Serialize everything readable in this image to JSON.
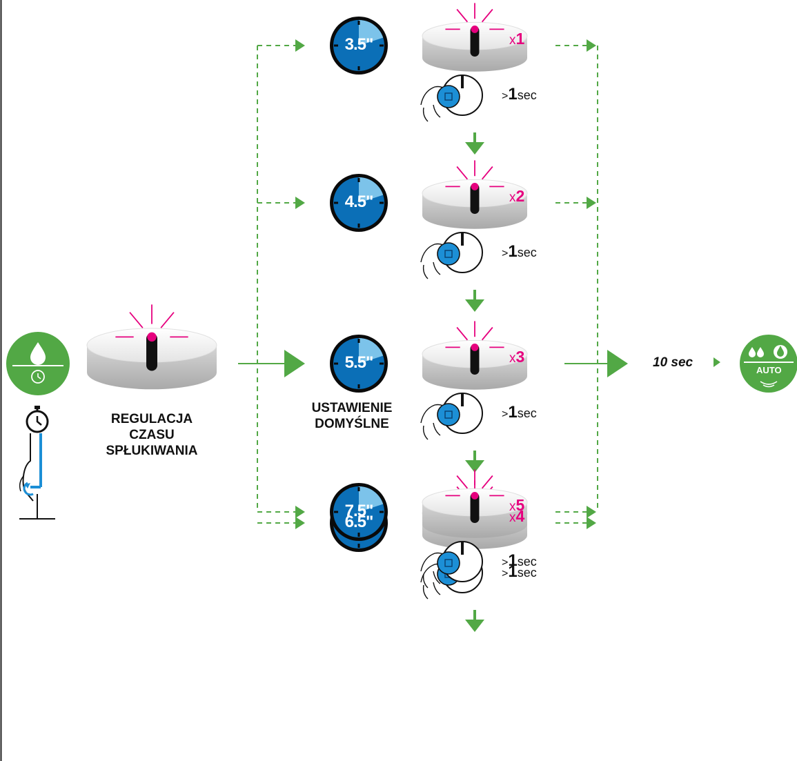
{
  "colors": {
    "green": "#52a845",
    "blue": "#0b6fb7",
    "light_blue": "#7cc3ea",
    "magenta": "#e6007e",
    "black": "#111111"
  },
  "start": {
    "label_lines": [
      "REGULACJA",
      "CZASU",
      "SPŁUKIWANIA"
    ],
    "icons": [
      "drop-timer-icon",
      "stopwatch-icon",
      "hand-press-icon"
    ]
  },
  "steps": [
    {
      "time": "3.5\"",
      "multiplier": "1",
      "x_prefix": "x",
      "hold_prefix": ">",
      "hold_value": "1",
      "hold_unit": "sec",
      "fraction": 0.2
    },
    {
      "time": "4.5\"",
      "multiplier": "2",
      "x_prefix": "x",
      "hold_prefix": ">",
      "hold_value": "1",
      "hold_unit": "sec",
      "fraction": 0.2
    },
    {
      "time": "5.5\"",
      "multiplier": "3",
      "x_prefix": "x",
      "hold_prefix": ">",
      "hold_value": "1",
      "hold_unit": "sec",
      "fraction": 0.2,
      "is_default": true
    },
    {
      "time": "6.5\"",
      "multiplier": "4",
      "x_prefix": "x",
      "hold_prefix": ">",
      "hold_value": "1",
      "hold_unit": "sec",
      "fraction": 0.2
    },
    {
      "time": "7.5\"",
      "multiplier": "5",
      "x_prefix": "x",
      "hold_prefix": ">",
      "hold_value": "1",
      "hold_unit": "sec",
      "fraction": 0.2
    }
  ],
  "default_label_lines": [
    "USTAWIENIE",
    "DOMYŚLNE"
  ],
  "timeout": {
    "text": "10 sec"
  },
  "end": {
    "badge_text": "AUTO",
    "icon": "auto-mode-icon"
  }
}
